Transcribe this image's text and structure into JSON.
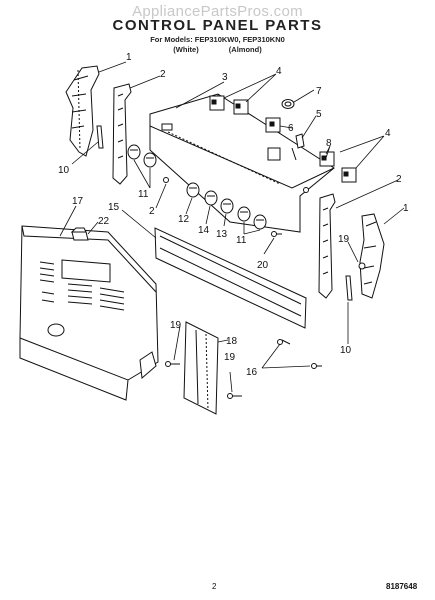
{
  "watermark": "AppliancePartsPros.com",
  "title": "CONTROL PANEL PARTS",
  "models_line": "For Models: FEP310KW0, FEP310KN0",
  "variants": [
    "(White)",
    "(Almond)"
  ],
  "page_number": "2",
  "doc_number": "8187648",
  "callouts": [
    "1",
    "2",
    "3",
    "4",
    "7",
    "6",
    "5",
    "8",
    "4",
    "10",
    "11",
    "2",
    "12",
    "14",
    "13",
    "11",
    "20",
    "2",
    "1",
    "19",
    "10",
    "17",
    "22",
    "15",
    "19",
    "18",
    "19",
    "16"
  ]
}
